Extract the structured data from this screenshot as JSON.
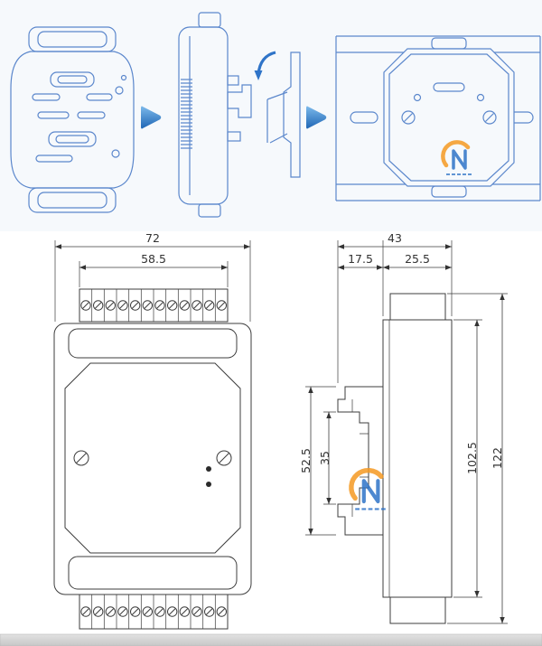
{
  "meta": {
    "description": "DIN-rail module installation steps (top) and dimensional drawings (bottom)"
  },
  "colors": {
    "sketch_blue": "#5b87cc",
    "arrow_blue": "#2f74c8",
    "drawing_line": "#3c3c3c",
    "top_background": "#f6f9fc",
    "logo_orange": "#f59a23",
    "logo_blue": "#2f74c8",
    "footer_strip": "#d2d2d2"
  },
  "icons": {
    "step_arrow": "play-arrow-icon",
    "watermark": "brand-logo-watermark"
  },
  "front_view": {
    "width": "72",
    "terminal_width": "58.5"
  },
  "side_view": {
    "depth": "43",
    "clip_depth": "17.5",
    "body_depth": "25.5",
    "clip_height": "52.5",
    "slot_height": "35",
    "body_height": "102.5",
    "total_height": "122"
  }
}
